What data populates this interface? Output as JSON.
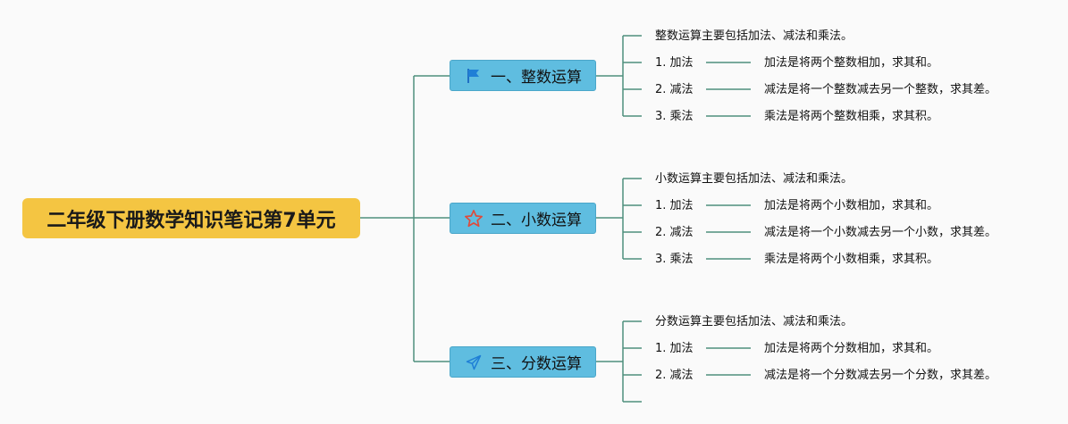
{
  "root": {
    "title": "二年级下册数学知识笔记第7单元"
  },
  "branches": [
    {
      "label": "一、整数运算",
      "icon": "flag-icon",
      "summary": "整数运算主要包括加法、减法和乘法。",
      "items": [
        {
          "term": "1. 加法",
          "desc": "加法是将两个整数相加，求其和。"
        },
        {
          "term": "2. 减法",
          "desc": "减法是将一个整数减去另一个整数，求其差。"
        },
        {
          "term": "3. 乘法",
          "desc": "乘法是将两个整数相乘，求其积。"
        }
      ]
    },
    {
      "label": "二、小数运算",
      "icon": "star-icon",
      "summary": "小数运算主要包括加法、减法和乘法。",
      "items": [
        {
          "term": "1. 加法",
          "desc": "加法是将两个小数相加，求其和。"
        },
        {
          "term": "2. 减法",
          "desc": "减法是将一个小数减去另一个小数，求其差。"
        },
        {
          "term": "3. 乘法",
          "desc": "乘法是将两个小数相乘，求其积。"
        }
      ]
    },
    {
      "label": "三、分数运算",
      "icon": "paper-plane-icon",
      "summary": "分数运算主要包括加法、减法和乘法。",
      "items": [
        {
          "term": "1. 加法",
          "desc": "加法是将两个分数相加，求其和。"
        },
        {
          "term": "2. 减法",
          "desc": "减法是将一个分数减去另一个分数，求其差。"
        },
        {
          "term": "",
          "desc": ""
        }
      ]
    }
  ],
  "colors": {
    "root": "#f4c542",
    "branch": "#5fbde0",
    "line": "#4e8f7c"
  }
}
